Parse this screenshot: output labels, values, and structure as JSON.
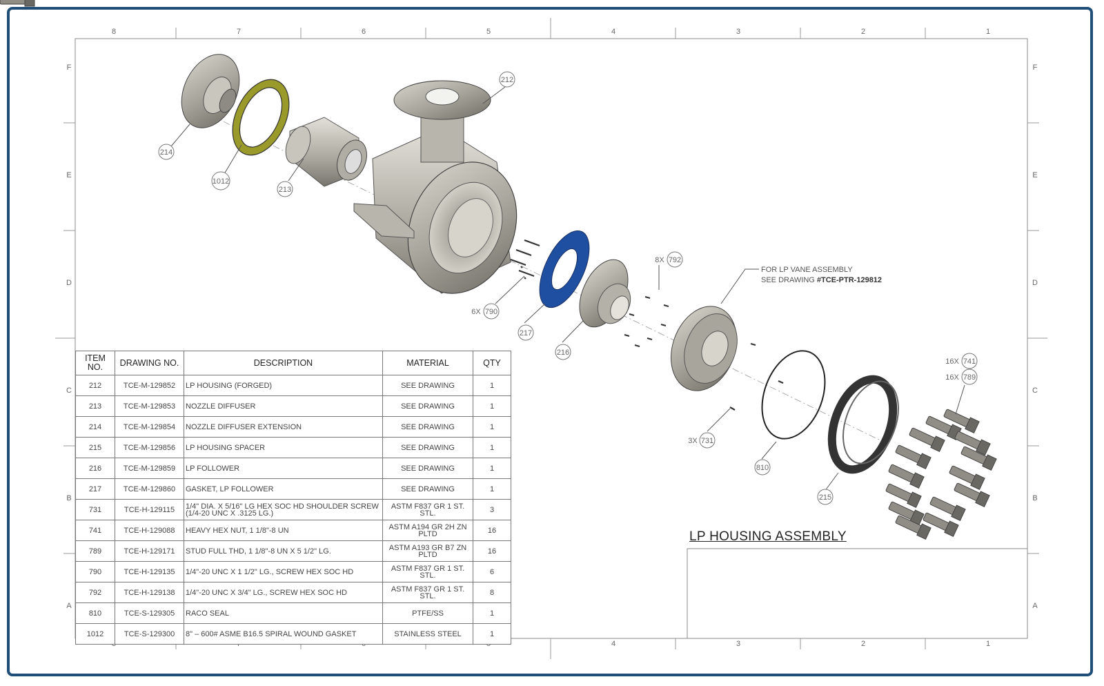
{
  "drawing": {
    "title": "LP HOUSING ASSEMBLY",
    "note_line1": "FOR LP VANE ASSEMBLY",
    "note_line2_prefix": "SEE DRAWING ",
    "note_line2_ref": "#TCE-PTR-129812"
  },
  "zones": {
    "columns": [
      "8",
      "7",
      "6",
      "5",
      "4",
      "3",
      "2",
      "1"
    ],
    "rows": [
      "F",
      "E",
      "D",
      "C",
      "B",
      "A"
    ]
  },
  "balloons": {
    "b212": "212",
    "b214": "214",
    "b1012": "1012",
    "b213": "213",
    "b792": "792",
    "q792": "8X",
    "b790": "790",
    "q790": "6X",
    "b217": "217",
    "b216": "216",
    "b741": "741",
    "q741": "16X",
    "b789": "789",
    "q789": "16X",
    "b731": "731",
    "q731": "3X",
    "b810": "810",
    "b215": "215"
  },
  "bom": {
    "headers": [
      "ITEM NO.",
      "DRAWING NO.",
      "DESCRIPTION",
      "MATERIAL",
      "QTY"
    ],
    "rows": [
      {
        "item": "212",
        "drawing": "TCE-M-129852",
        "description": "LP HOUSING (FORGED)",
        "material": "SEE DRAWING",
        "qty": "1"
      },
      {
        "item": "213",
        "drawing": "TCE-M-129853",
        "description": "NOZZLE DIFFUSER",
        "material": "SEE DRAWING",
        "qty": "1"
      },
      {
        "item": "214",
        "drawing": "TCE-M-129854",
        "description": "NOZZLE DIFFUSER EXTENSION",
        "material": "SEE DRAWING",
        "qty": "1"
      },
      {
        "item": "215",
        "drawing": "TCE-M-129856",
        "description": "LP HOUSING SPACER",
        "material": "SEE DRAWING",
        "qty": "1"
      },
      {
        "item": "216",
        "drawing": "TCE-M-129859",
        "description": "LP FOLLOWER",
        "material": "SEE DRAWING",
        "qty": "1"
      },
      {
        "item": "217",
        "drawing": "TCE-M-129860",
        "description": "GASKET, LP FOLLOWER",
        "material": "SEE DRAWING",
        "qty": "1"
      },
      {
        "item": "731",
        "drawing": "TCE-H-129115",
        "description": "1/4\" DIA. X 5/16\" LG HEX SOC HD SHOULDER SCREW (1/4-20 UNC X .3125 LG.)",
        "material": "ASTM F837 GR 1 ST. STL.",
        "qty": "3"
      },
      {
        "item": "741",
        "drawing": "TCE-H-129088",
        "description": "HEAVY HEX NUT, 1 1/8\"-8 UN",
        "material": "ASTM A194 GR 2H ZN PLTD",
        "qty": "16"
      },
      {
        "item": "789",
        "drawing": "TCE-H-129171",
        "description": "STUD FULL THD, 1 1/8\"-8 UN X 5 1/2\" LG.",
        "material": "ASTM A193 GR B7 ZN PLTD",
        "qty": "16"
      },
      {
        "item": "790",
        "drawing": "TCE-H-129135",
        "description": "1/4\"-20 UNC X 1 1/2\" LG., SCREW HEX SOC HD",
        "material": "ASTM F837 GR 1 ST. STL.",
        "qty": "6"
      },
      {
        "item": "792",
        "drawing": "TCE-H-129138",
        "description": "1/4\"-20 UNC X 3/4\" LG., SCREW HEX SOC HD",
        "material": "ASTM F837 GR 1 ST. STL.",
        "qty": "8"
      },
      {
        "item": "810",
        "drawing": "TCE-S-129305",
        "description": "RACO SEAL",
        "material": "PTFE/SS",
        "qty": "1"
      },
      {
        "item": "1012",
        "drawing": "TCE-S-129300",
        "description": "8\" – 600# ASME B16.5 SPIRAL WOUND GASKET",
        "material": "STAINLESS STEEL",
        "qty": "1"
      }
    ]
  },
  "colors": {
    "frame": "#1f4e79",
    "gasket_1012": "#9a9a2a",
    "gasket_217": "#1f4fa0",
    "metal": "#9c9a90"
  }
}
